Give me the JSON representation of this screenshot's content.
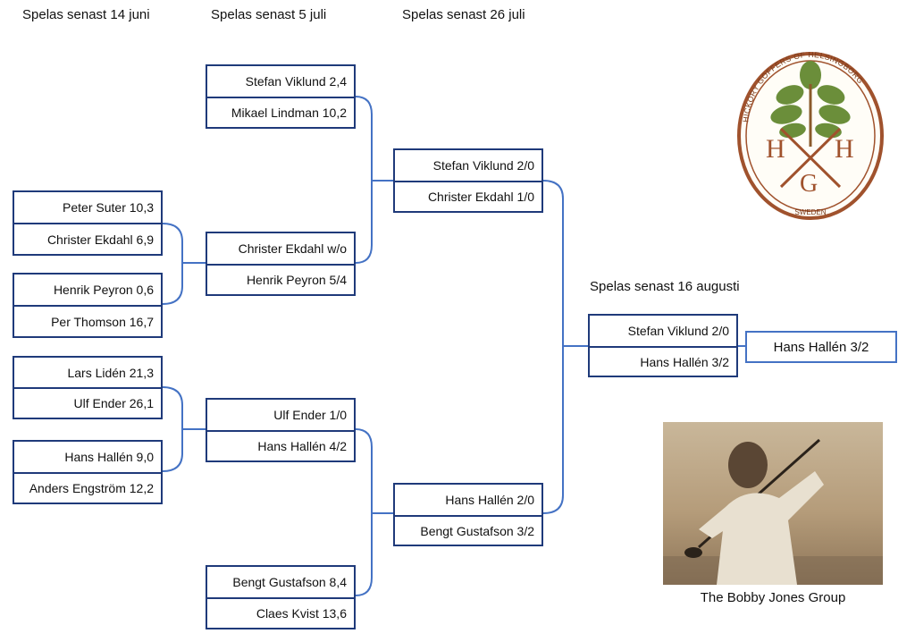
{
  "headers": {
    "r1": "Spelas senast 14 juni",
    "r2": "Spelas senast 5 juli",
    "r3": "Spelas senast 26 juli",
    "r4": "Spelas senast 16 augusti"
  },
  "round1": [
    [
      "Peter Suter 10,3",
      "Christer Ekdahl  6,9"
    ],
    [
      "Henrik Peyron 0,6",
      "Per Thomson 16,7"
    ],
    [
      "Lars Lidén 21,3",
      "Ulf Ender 26,1"
    ],
    [
      "Hans Hallén 9,0",
      "Anders Engström 12,2"
    ]
  ],
  "round2": [
    [
      "Stefan Viklund 2,4",
      "Mikael Lindman 10,2"
    ],
    [
      "Christer Ekdahl w/o",
      "Henrik Peyron 5/4"
    ],
    [
      "Ulf Ender 1/0",
      "Hans Hallén 4/2"
    ],
    [
      "Bengt Gustafson 8,4",
      "Claes Kvist 13,6"
    ]
  ],
  "round3": [
    [
      "Stefan Viklund 2/0",
      "Christer Ekdahl 1/0"
    ],
    [
      "Hans Hallén 2/0",
      "Bengt Gustafson 3/2"
    ]
  ],
  "final": [
    "Stefan Viklund 2/0",
    "Hans Hallén 3/2"
  ],
  "champion": "Hans Hallén 3/2",
  "logo": {
    "text_top": "HICKORY GOFFERS OF HELSINGBORG",
    "letters": [
      "H",
      "H",
      "G"
    ],
    "text_bottom": "SWEDEN"
  },
  "photo_caption": "The Bobby Jones  Group",
  "colors": {
    "box_border": "#1f3a7a",
    "connector": "#4472c4",
    "logo_brown": "#a0522d",
    "logo_green": "#6b8e3a"
  }
}
